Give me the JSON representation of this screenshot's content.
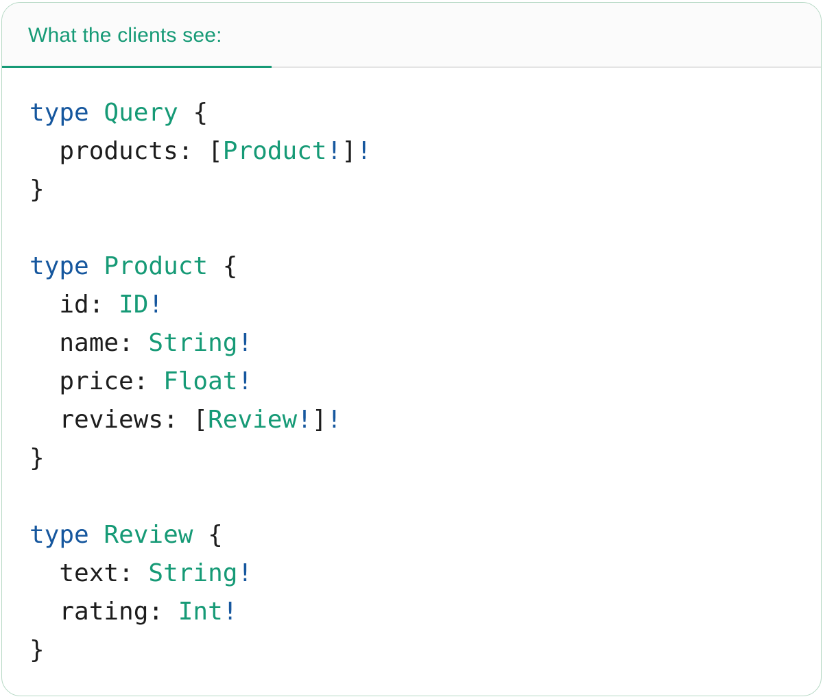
{
  "colors": {
    "green": "#169a76",
    "blue": "#16579e",
    "text": "#1d1d1d",
    "divider": "#e4e4e4",
    "header_bg": "#fbfbfb",
    "border": "#b5d8c4"
  },
  "tab": {
    "label": "What the clients see:"
  },
  "code": {
    "language": "graphql-schema",
    "lines": [
      [
        {
          "s": "kw",
          "t": "type"
        },
        {
          "s": "plain",
          "t": " "
        },
        {
          "s": "type",
          "t": "Query"
        },
        {
          "s": "plain",
          "t": " {"
        }
      ],
      [
        {
          "s": "plain",
          "t": "  products: ["
        },
        {
          "s": "type",
          "t": "Product"
        },
        {
          "s": "bang",
          "t": "!"
        },
        {
          "s": "plain",
          "t": "]"
        },
        {
          "s": "bang",
          "t": "!"
        }
      ],
      [
        {
          "s": "plain",
          "t": "}"
        }
      ],
      [],
      [
        {
          "s": "kw",
          "t": "type"
        },
        {
          "s": "plain",
          "t": " "
        },
        {
          "s": "type",
          "t": "Product"
        },
        {
          "s": "plain",
          "t": " {"
        }
      ],
      [
        {
          "s": "plain",
          "t": "  id: "
        },
        {
          "s": "type",
          "t": "ID"
        },
        {
          "s": "bang",
          "t": "!"
        }
      ],
      [
        {
          "s": "plain",
          "t": "  name: "
        },
        {
          "s": "type",
          "t": "String"
        },
        {
          "s": "bang",
          "t": "!"
        }
      ],
      [
        {
          "s": "plain",
          "t": "  price: "
        },
        {
          "s": "type",
          "t": "Float"
        },
        {
          "s": "bang",
          "t": "!"
        }
      ],
      [
        {
          "s": "plain",
          "t": "  reviews: ["
        },
        {
          "s": "type",
          "t": "Review"
        },
        {
          "s": "bang",
          "t": "!"
        },
        {
          "s": "plain",
          "t": "]"
        },
        {
          "s": "bang",
          "t": "!"
        }
      ],
      [
        {
          "s": "plain",
          "t": "}"
        }
      ],
      [],
      [
        {
          "s": "kw",
          "t": "type"
        },
        {
          "s": "plain",
          "t": " "
        },
        {
          "s": "type",
          "t": "Review"
        },
        {
          "s": "plain",
          "t": " {"
        }
      ],
      [
        {
          "s": "plain",
          "t": "  text: "
        },
        {
          "s": "type",
          "t": "String"
        },
        {
          "s": "bang",
          "t": "!"
        }
      ],
      [
        {
          "s": "plain",
          "t": "  rating: "
        },
        {
          "s": "type",
          "t": "Int"
        },
        {
          "s": "bang",
          "t": "!"
        }
      ],
      [
        {
          "s": "plain",
          "t": "}"
        }
      ]
    ]
  }
}
